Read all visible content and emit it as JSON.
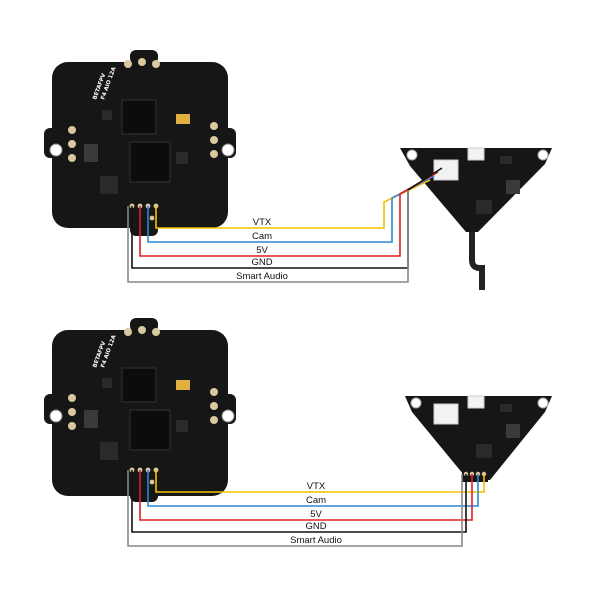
{
  "diagram": {
    "wires": [
      {
        "label": "VTX",
        "color": "#f2c200"
      },
      {
        "label": "Cam",
        "color": "#2e86d6"
      },
      {
        "label": "5V",
        "color": "#e02020"
      },
      {
        "label": "GND",
        "color": "#111111"
      },
      {
        "label": "Smart Audio",
        "color": "#888888"
      }
    ],
    "fc_silkscreen": {
      "brand": "BETAFPV",
      "model": "F4 AIO 12A"
    },
    "colors": {
      "pcb": "#161616",
      "chip": "#0c0c0c",
      "pad": "#d9c8a0",
      "gold": "#e0b040",
      "connector": "#f2f2f2"
    }
  }
}
